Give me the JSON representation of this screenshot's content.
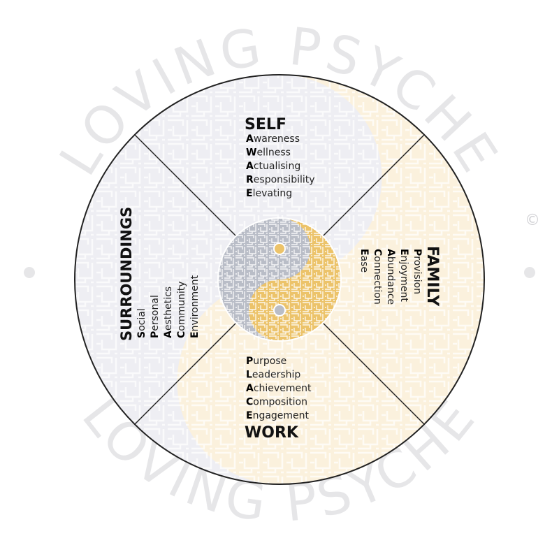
{
  "watermark": {
    "top": "LOVING PSYCHE",
    "bottom": "LOVING PSYCHE",
    "copyright": "©"
  },
  "quadrants": {
    "self": {
      "title": "SELF",
      "items": [
        {
          "initial": "A",
          "rest": "wareness"
        },
        {
          "initial": "W",
          "rest": "ellness"
        },
        {
          "initial": "A",
          "rest": "ctualising"
        },
        {
          "initial": "R",
          "rest": "esponsibility"
        },
        {
          "initial": "E",
          "rest": "levating"
        }
      ]
    },
    "family": {
      "title": "FAMILY",
      "items": [
        {
          "initial": "P",
          "rest": "rovision"
        },
        {
          "initial": "E",
          "rest": "njoyment"
        },
        {
          "initial": "A",
          "rest": "bundance"
        },
        {
          "initial": "C",
          "rest": "onnection"
        },
        {
          "initial": "E",
          "rest": "ase"
        }
      ]
    },
    "work": {
      "title": "WORK",
      "items": [
        {
          "initial": "P",
          "rest": "urpose"
        },
        {
          "initial": "L",
          "rest": "eadership"
        },
        {
          "initial": "A",
          "rest": "chievement"
        },
        {
          "initial": "C",
          "rest": "omposition"
        },
        {
          "initial": "E",
          "rest": "ngagement"
        }
      ]
    },
    "surroundings": {
      "title": "SURROUNDINGS",
      "items": [
        {
          "initial": "S",
          "rest": "ocial"
        },
        {
          "initial": "P",
          "rest": "ersonal"
        },
        {
          "initial": "A",
          "rest": "esthetics"
        },
        {
          "initial": "C",
          "rest": "ommunity"
        },
        {
          "initial": "E",
          "rest": "nvironment"
        }
      ]
    }
  },
  "colors": {
    "gray": "#b9bdc7",
    "gold": "#ecc36a",
    "outline": "#222222"
  }
}
